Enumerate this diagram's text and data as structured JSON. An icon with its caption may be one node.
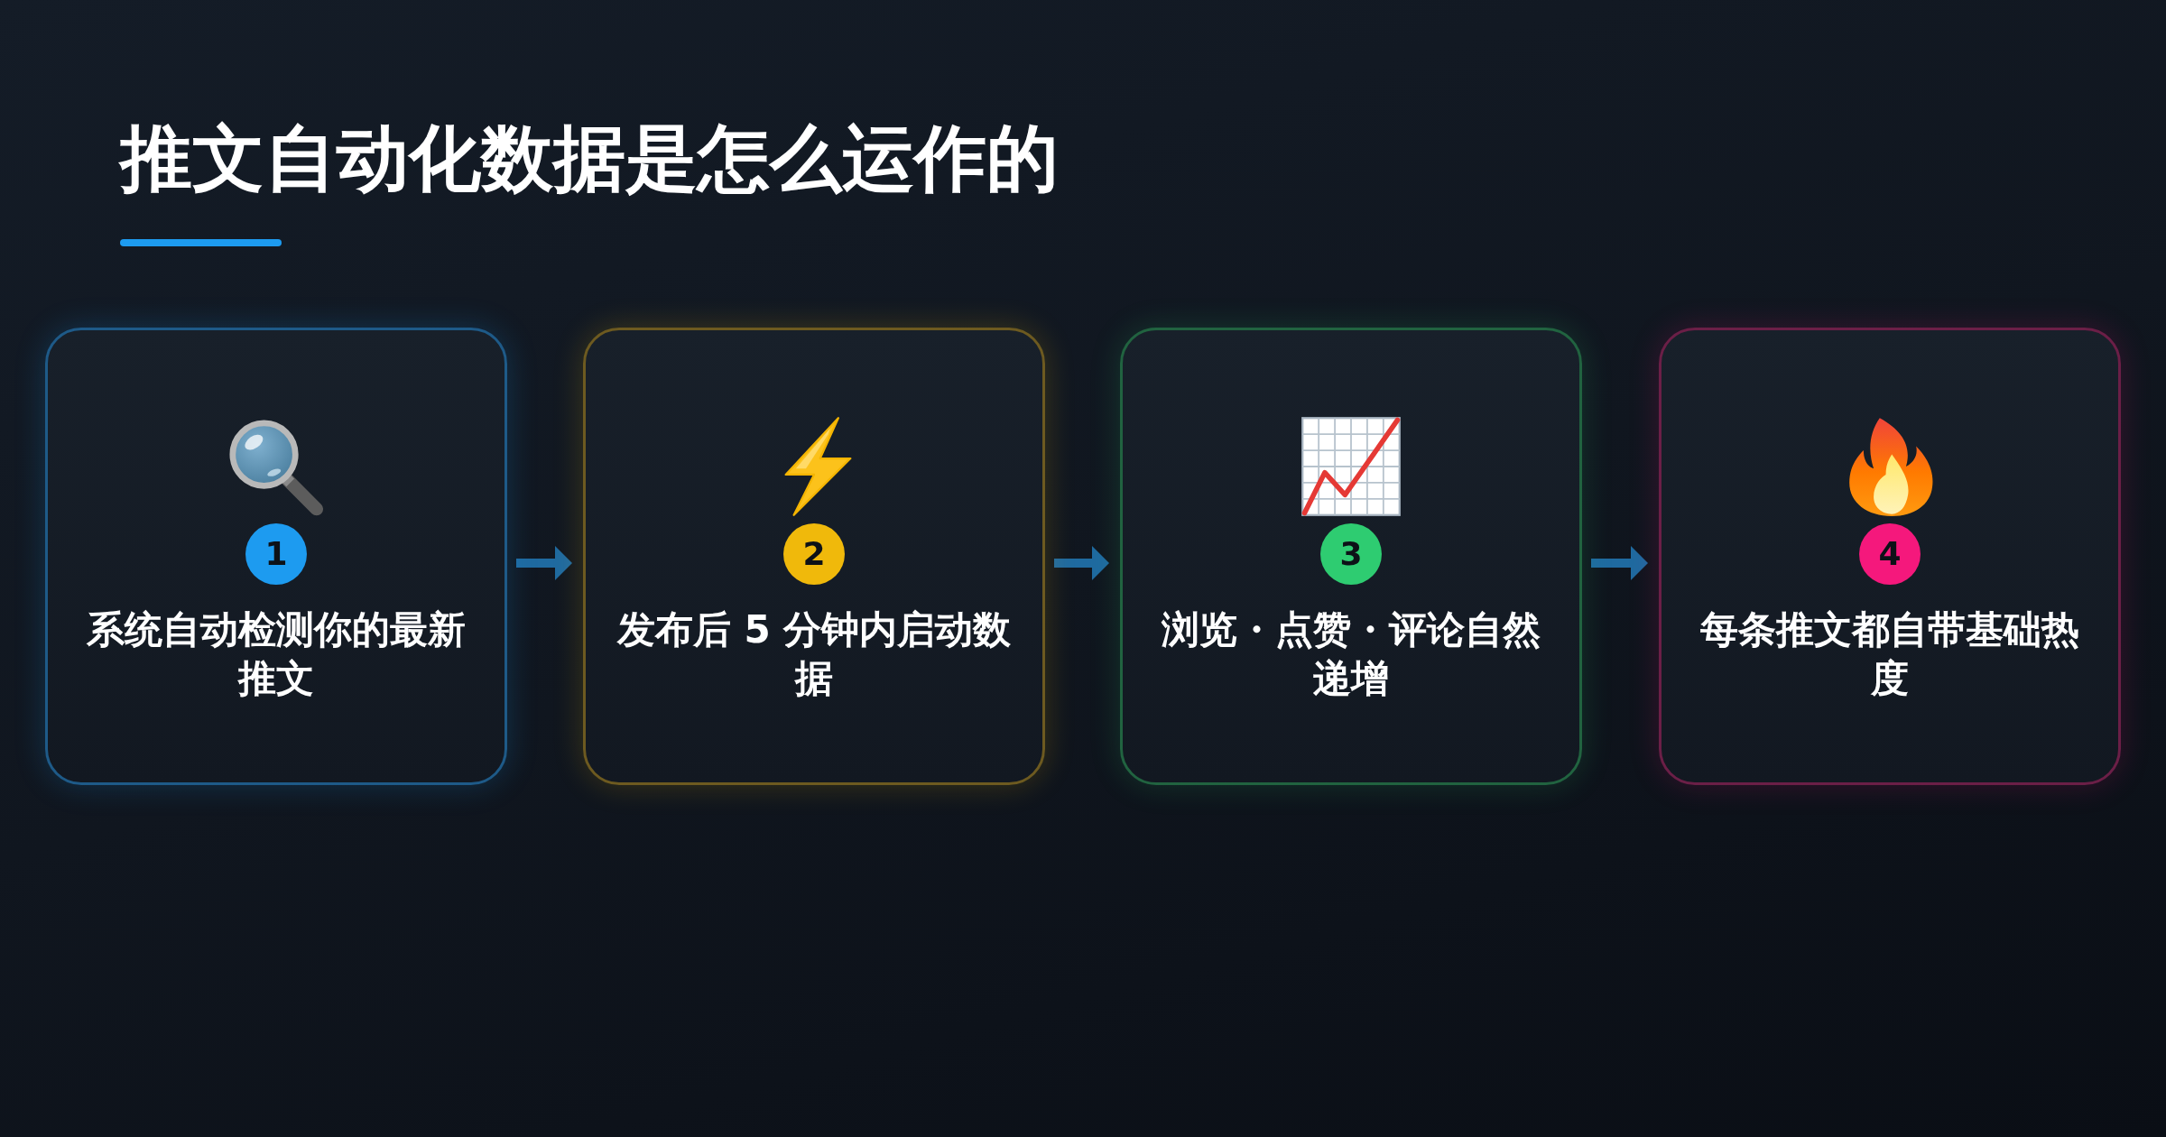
{
  "diagram": {
    "title": "推文自动化数据是怎么运作的",
    "nodes": [
      {
        "text": [
          "1",
          "系统自动检测你的最新推文"
        ]
      },
      {
        "text": [
          "2",
          "发布后 5 分钟内启动数据"
        ]
      },
      {
        "text": [
          "3",
          "浏览・点赞・评论自然递增"
        ]
      },
      {
        "text": [
          "4",
          "每条推文都自带基础热度"
        ]
      }
    ],
    "edges": [
      {
        "from": 0,
        "to": 1,
        "arrow": "to"
      },
      {
        "from": 1,
        "to": 2,
        "arrow": "to"
      },
      {
        "from": 2,
        "to": 3,
        "arrow": "to"
      }
    ]
  }
}
